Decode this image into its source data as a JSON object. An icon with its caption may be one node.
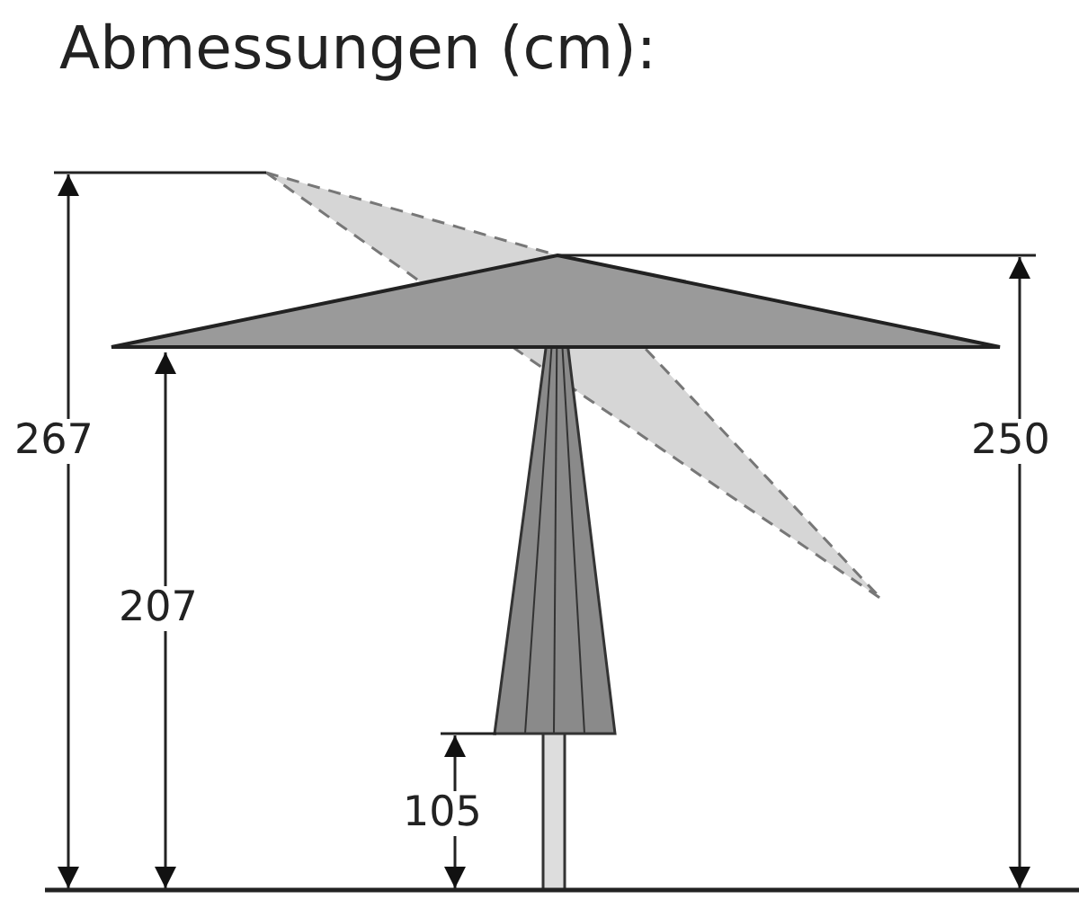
{
  "diagram": {
    "title": "Abmessungen (cm):",
    "labels": [
      "267",
      "250",
      "207",
      "105"
    ]
  }
}
